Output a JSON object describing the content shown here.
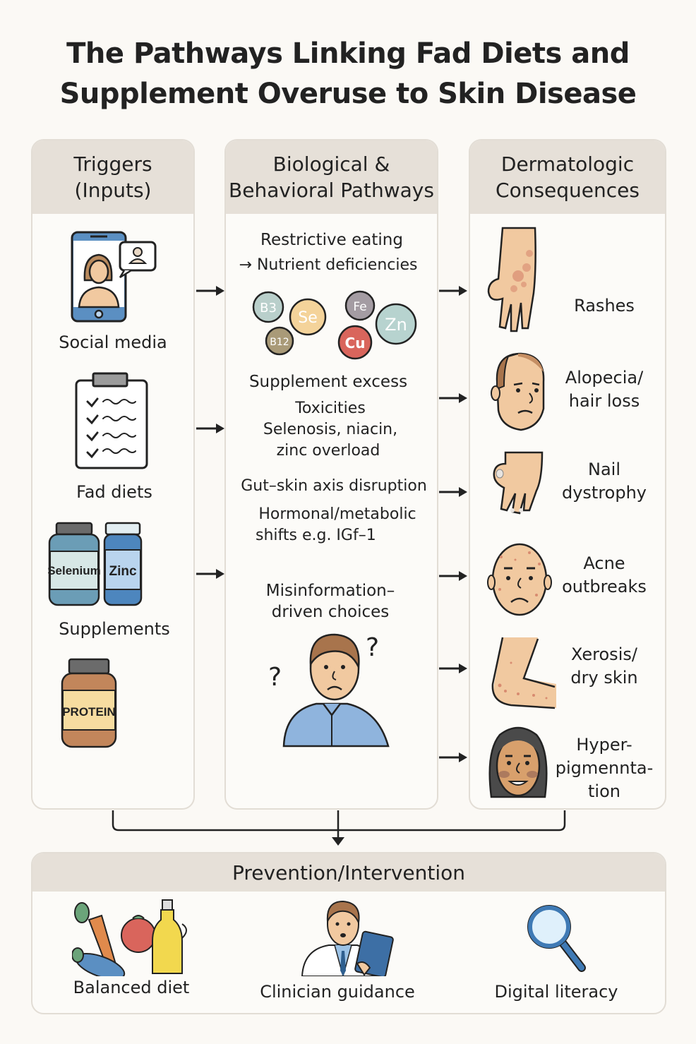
{
  "title": {
    "line1": "The Pathways Linking Fad Diets and",
    "line2": "Supplement Overuse to Skin Disease"
  },
  "columns": {
    "triggers": {
      "header_line1": "Triggers",
      "header_line2": "(Inputs)",
      "items": [
        {
          "label": "Social media",
          "icon": "smartphone-influencer-icon"
        },
        {
          "label": "Fad diets",
          "icon": "clipboard-checklist-icon"
        },
        {
          "label": "Supplements",
          "icon": "supplement-bottles-icon",
          "bottle_labels": [
            "Selenium",
            "Zinc"
          ]
        },
        {
          "label": "",
          "icon": "protein-jar-icon",
          "jar_label": "PROTEIN"
        }
      ]
    },
    "pathways": {
      "header_line1": "Biological &",
      "header_line2": "Behavioral Pathways",
      "restrictive": {
        "line1": "Restrictive eating",
        "line2": "→ Nutrient deficiencies"
      },
      "nutrients": [
        {
          "symbol": "B3",
          "color": "#b9cfcb"
        },
        {
          "symbol": "Se",
          "color": "#f4d39a"
        },
        {
          "symbol": "B12",
          "color": "#a99a78"
        },
        {
          "symbol": "Fe",
          "color": "#a49ca3"
        },
        {
          "symbol": "Cu",
          "color": "#d9655c"
        },
        {
          "symbol": "Zn",
          "color": "#b7d3cf"
        }
      ],
      "supplement_excess": {
        "heading": "Supplement excess",
        "line1": "Toxicities",
        "line2": "Selenosis, niacin,",
        "line3": "zinc overload"
      },
      "gut_skin": "Gut–skin axis disruption",
      "hormonal": {
        "line1": "Hormonal/metabolic",
        "line2": "shifts  e.g. IGf–1"
      },
      "misinformation": {
        "line1": "Misinformation–",
        "line2": "driven choices"
      }
    },
    "consequences": {
      "header_line1": "Dermatologic",
      "header_line2": "Consequences",
      "items": [
        {
          "line1": "Rashes",
          "line2": "",
          "line3": "",
          "icon": "rash-hand-icon"
        },
        {
          "line1": "Alopecia/",
          "line2": "hair loss",
          "line3": "",
          "icon": "balding-head-icon"
        },
        {
          "line1": "Nail",
          "line2": "dystrophy",
          "line3": "",
          "icon": "nail-hand-icon"
        },
        {
          "line1": "Acne",
          "line2": "outbreaks",
          "line3": "",
          "icon": "acne-face-icon"
        },
        {
          "line1": "Xerosis/",
          "line2": "dry skin",
          "line3": "",
          "icon": "dry-elbow-icon"
        },
        {
          "line1": "Hyper-",
          "line2": "pigmennta-",
          "line3": "tion",
          "icon": "pigmented-face-icon"
        }
      ]
    }
  },
  "prevention": {
    "header": "Prevention/Intervention",
    "items": [
      {
        "label": "Balanced diet",
        "icon": "healthy-food-icon"
      },
      {
        "label": "Clinician guidance",
        "icon": "doctor-clipboard-icon"
      },
      {
        "label": "Digital literacy",
        "icon": "magnifying-glass-icon"
      }
    ]
  },
  "colors": {
    "header_bg": "#e6e0d8",
    "panel_bg": "#fcfbf8",
    "page_bg": "#fbf9f5",
    "skin": "#f1c9a0",
    "accent_blue": "#5b8fc2"
  }
}
